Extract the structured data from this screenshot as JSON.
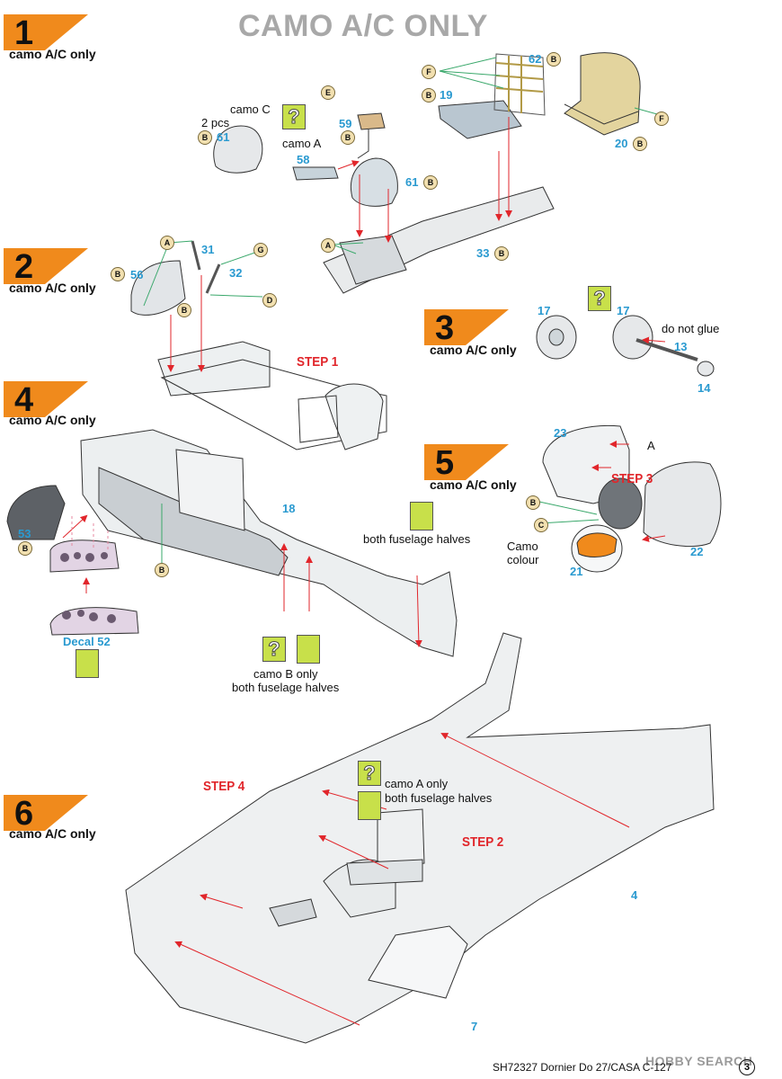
{
  "title": "CAMO A/C ONLY",
  "steps": [
    {
      "number": "1",
      "caption": "camo A/C only"
    },
    {
      "number": "2",
      "caption": "camo A/C only"
    },
    {
      "number": "3",
      "caption": "camo A/C only"
    },
    {
      "number": "4",
      "caption": "camo A/C only"
    },
    {
      "number": "5",
      "caption": "camo A/C only"
    },
    {
      "number": "6",
      "caption": "camo A/C only"
    }
  ],
  "colors": {
    "flag": "#f08a1c",
    "part_number": "#2a9ad0",
    "arrow": "#e1262b",
    "sub_step": "#e1262b",
    "panel_green": "#c8e04a",
    "paint_chip": "#f2e0b0"
  },
  "parts": {
    "p61a": "61",
    "p58": "58",
    "p59": "59",
    "p61b": "61",
    "p19": "19",
    "p62": "62",
    "p20": "20",
    "p33": "33",
    "p31": "31",
    "p32": "32",
    "p56": "56",
    "p17a": "17",
    "p17b": "17",
    "p13": "13",
    "p14": "14",
    "p18": "18",
    "p53": "53",
    "p23": "23",
    "p22": "22",
    "p21": "21",
    "p4": "4",
    "p7": "7"
  },
  "paint_codes": {
    "e1": "E",
    "b59": "B",
    "b61a": "B",
    "b61b": "B",
    "f62a": "F",
    "b62": "B",
    "b19": "B",
    "f20": "F",
    "b20": "B",
    "a33": "A",
    "b33": "B",
    "a31": "A",
    "g32": "G",
    "b56": "B",
    "b31": "B",
    "d32": "D",
    "b53": "B",
    "b18": "B",
    "b21": "B",
    "c21": "C"
  },
  "labels": {
    "camo_c": "camo C",
    "two_pcs": "2 pcs",
    "camo_a": "camo A",
    "do_not_glue": "do not glue",
    "letter_a": "A",
    "both_halves_1": "both fuselage halves",
    "camo_b_only": "camo B only",
    "both_halves_2": "both fuselage halves",
    "decal": "Decal 52",
    "camo_colour": "Camo\ncolour",
    "camo_a_only": "camo A only",
    "both_halves_3": "both fuselage halves"
  },
  "substeps": {
    "s1": "STEP 1",
    "s2": "STEP 2",
    "s3": "STEP 3",
    "s4": "STEP 4"
  },
  "glyphs": {
    "question": "?"
  },
  "footer": {
    "code": "SH72327  Dornier Do 27/CASA C-127",
    "page": "3",
    "watermark": "HOBBY SEARCH"
  }
}
